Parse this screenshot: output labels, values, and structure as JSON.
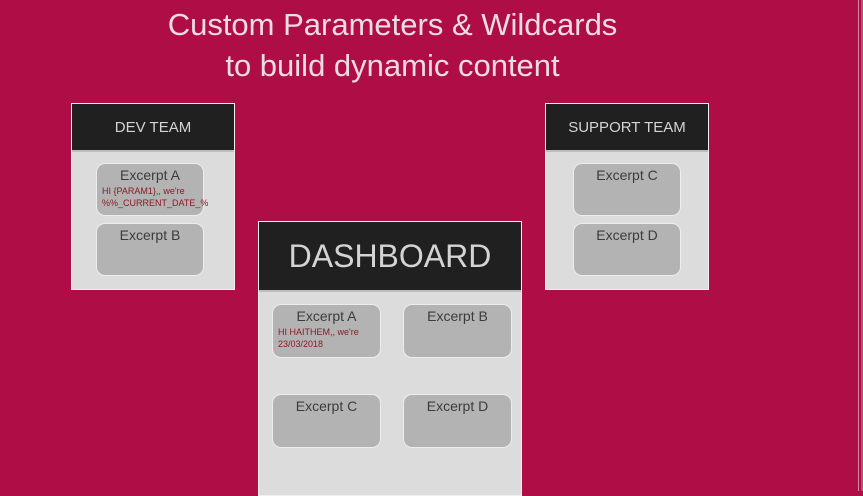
{
  "title": {
    "line1": "Custom Parameters & Wildcards",
    "line2": "to build dynamic content"
  },
  "colors": {
    "background": "#ae0d45",
    "panel_header": "#202020",
    "panel_body": "#dcdcdc",
    "card": "#b3b3b3",
    "dynamic_text": "#8b1a24"
  },
  "dev_team": {
    "header": "DEV TEAM",
    "cards": [
      {
        "title": "Excerpt A",
        "body_line1": "HI {PARAM1},, we're",
        "body_line2": "%%_CURRENT_DATE_%"
      },
      {
        "title": "Excerpt B"
      }
    ]
  },
  "support_team": {
    "header": "SUPPORT TEAM",
    "cards": [
      {
        "title": "Excerpt C"
      },
      {
        "title": "Excerpt D"
      }
    ]
  },
  "dashboard": {
    "header": "DASHBOARD",
    "cards": [
      {
        "title": "Excerpt A",
        "body_line1": "HI HAITHEM,, we're",
        "body_line2": "23/03/2018"
      },
      {
        "title": "Excerpt B"
      },
      {
        "title": "Excerpt C"
      },
      {
        "title": "Excerpt D"
      }
    ]
  }
}
